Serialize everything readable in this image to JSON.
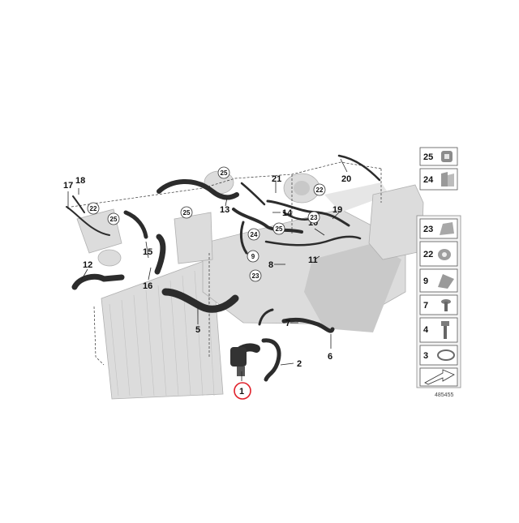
{
  "diagram": {
    "callouts": [
      "17",
      "18",
      "12",
      "15",
      "16",
      "5",
      "1",
      "2",
      "6",
      "7",
      "8",
      "9",
      "10",
      "11",
      "13",
      "14",
      "19",
      "20",
      "21"
    ],
    "circled_callouts": [
      "22",
      "25",
      "25",
      "25",
      "25",
      "24",
      "23",
      "22",
      "9",
      "23"
    ],
    "highlighted_callout": "1",
    "reference_number": "485455",
    "accent_color": "#e0202a"
  },
  "legend": {
    "items": [
      {
        "number": "25",
        "icon": "quick-connector-icon"
      },
      {
        "number": "24",
        "icon": "double-clip-icon"
      },
      {
        "number": "23",
        "icon": "hose-clip-icon"
      },
      {
        "number": "22",
        "icon": "holder-clip-icon"
      },
      {
        "number": "9",
        "icon": "bracket-icon"
      },
      {
        "number": "7",
        "icon": "collar-screw-icon"
      },
      {
        "number": "4",
        "icon": "hex-bolt-icon"
      },
      {
        "number": "3",
        "icon": "hose-clamp-icon"
      },
      {
        "number": "",
        "icon": "arrow-icon"
      }
    ]
  }
}
